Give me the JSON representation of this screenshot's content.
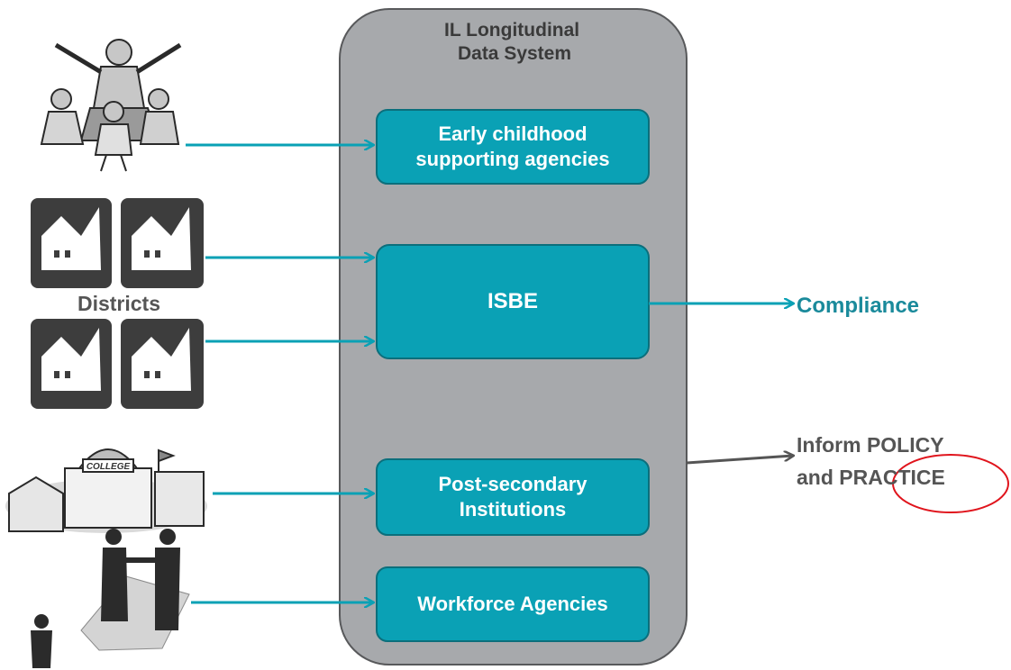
{
  "system": {
    "title": "IL Longitudinal\nData System"
  },
  "boxes": [
    {
      "id": "early",
      "label": "Early childhood\nsupporting agencies"
    },
    {
      "id": "isbe",
      "label": "ISBE"
    },
    {
      "id": "postsec",
      "label": "Post-secondary\nInstitutions"
    },
    {
      "id": "workforce",
      "label": "Workforce Agencies"
    }
  ],
  "sources": {
    "districts_label": "Districts",
    "college_sign": "COLLEGE"
  },
  "outputs": {
    "compliance": "Compliance",
    "inform_line1": "Inform POLICY",
    "inform_line2": "and PRACTICE"
  },
  "icons": [
    "children-group-icon",
    "school-building-icon",
    "college-campus-icon",
    "handshake-icon"
  ],
  "colors": {
    "teal": "#0aa1b5",
    "teal_text": "#1a8a9b",
    "system_fill": "#a7a9ac",
    "system_stroke": "#58595b",
    "dark_gray": "#555555",
    "highlight_red": "#e0141c"
  }
}
